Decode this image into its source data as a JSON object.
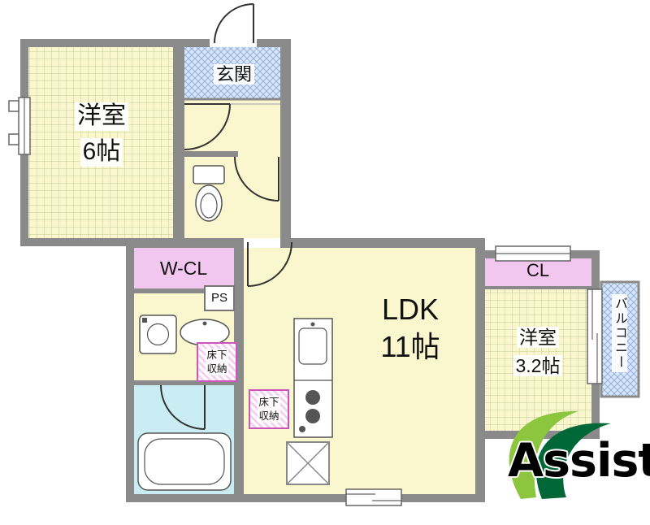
{
  "rooms": {
    "western_room_6": {
      "name": "洋室",
      "size": "6帖"
    },
    "entrance": {
      "name": "玄関"
    },
    "walk_in_closet": {
      "name": "W-CL"
    },
    "pipe_space": {
      "name": "PS"
    },
    "underfloor_storage_a": {
      "line1": "床下",
      "line2": "収納"
    },
    "underfloor_storage_b": {
      "line1": "床下",
      "line2": "収納"
    },
    "ldk": {
      "name": "LDK",
      "size": "11帖"
    },
    "closet": {
      "name": "CL"
    },
    "western_room_3_2": {
      "name": "洋室",
      "size": "3.2帖"
    },
    "balcony": {
      "name": "バルコニー"
    }
  },
  "logo": {
    "text": "Assist"
  },
  "colors": {
    "wall": "#8A8A8A",
    "room_yellow": "#FAF7CE",
    "tatami_grid": "#C2CC96",
    "hatch_blue_bg": "#D9E6F7",
    "hatch_blue_line": "#93B1DE",
    "bath_cyan": "#C9EDF2",
    "closet_pink": "#F2C7EF",
    "storage_border": "#CC55BB",
    "storage_hatch": "#F6CEF2",
    "logo_green_light": "#8CC63F",
    "logo_green_dark": "#006837"
  }
}
